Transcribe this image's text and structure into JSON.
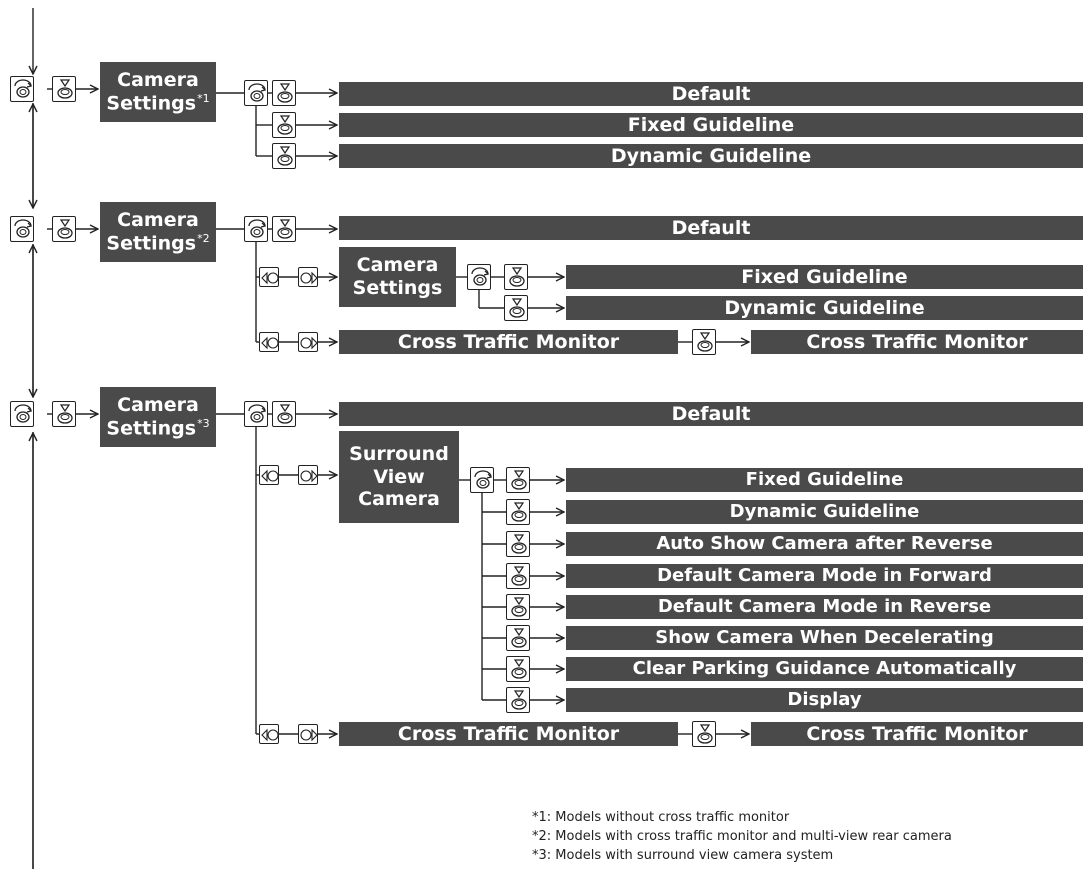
{
  "sections": [
    {
      "title": "Camera",
      "title2": "Settings",
      "note_mark": "*1",
      "default": "Default",
      "fixed": "Fixed Guideline",
      "dynamic": "Dynamic Guideline"
    },
    {
      "title": "Camera",
      "title2": "Settings",
      "note_mark": "*2",
      "default": "Default",
      "sub_title": "Camera",
      "sub_title2": "Settings",
      "fixed": "Fixed Guideline",
      "dynamic": "Dynamic Guideline",
      "ctm": "Cross Traffic Monitor",
      "ctm_result": "Cross Traffic Monitor"
    },
    {
      "title": "Camera",
      "title2": "Settings",
      "note_mark": "*3",
      "default": "Default",
      "sub_title": "Surround",
      "sub_title2": "View",
      "sub_title3": "Camera",
      "items": [
        "Fixed Guideline",
        "Dynamic Guideline",
        "Auto Show Camera after Reverse",
        "Default Camera Mode in Forward",
        "Default Camera Mode in Reverse",
        "Show Camera When Decelerating",
        "Clear Parking Guidance Automatically",
        "Display"
      ],
      "ctm": "Cross Traffic Monitor",
      "ctm_result": "Cross Traffic Monitor"
    }
  ],
  "footnotes": [
    "*1: Models without cross traffic monitor",
    "*2: Models with cross traffic monitor and multi-view rear camera",
    "*3: Models with surround view camera system"
  ],
  "icons": {
    "rotate": "rotate-knob-icon",
    "press": "press-knob-icon",
    "move": "move-left-right-icon"
  },
  "colors": {
    "box": "#4a4a4a",
    "text": "#ffffff",
    "line": "#222222"
  }
}
